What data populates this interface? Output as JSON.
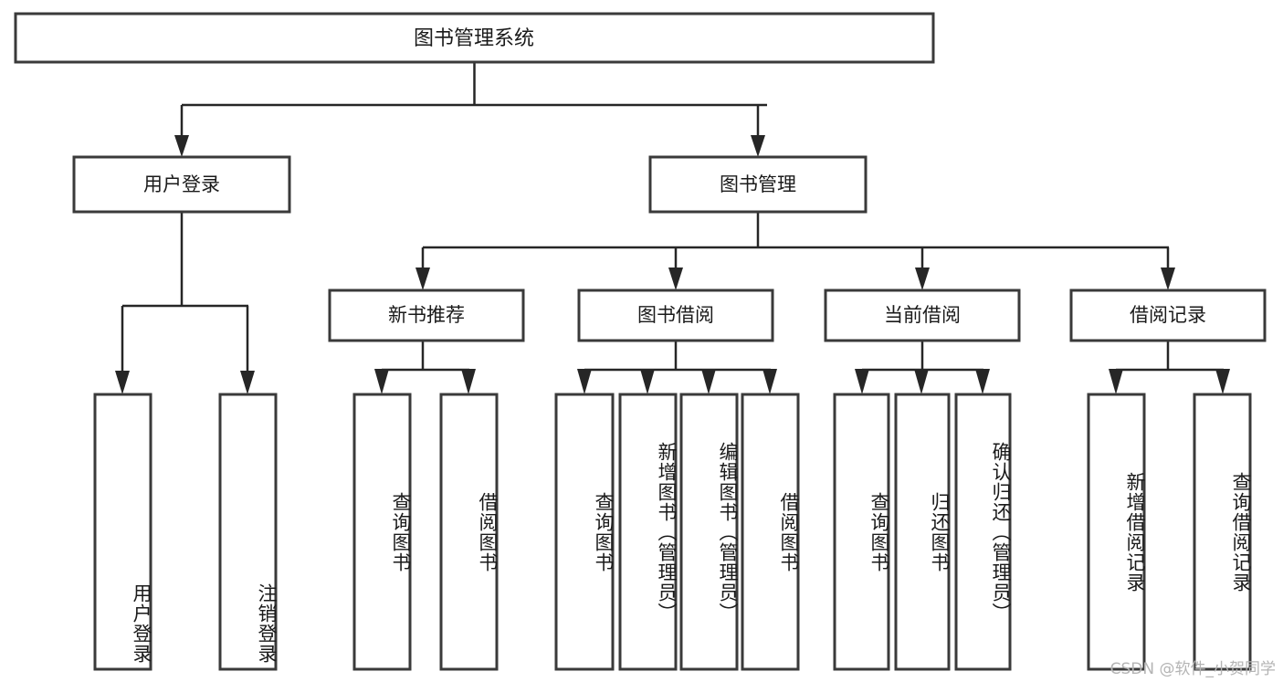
{
  "diagram": {
    "title": "图书管理系统",
    "type": "tree",
    "root": {
      "id": "root",
      "label": "图书管理系统",
      "orientation": "horizontal"
    },
    "level2": [
      {
        "id": "user-login",
        "label": "用户登录",
        "orientation": "horizontal"
      },
      {
        "id": "book-management",
        "label": "图书管理",
        "orientation": "horizontal"
      }
    ],
    "level3": [
      {
        "id": "new-book-recommend",
        "label": "新书推荐",
        "orientation": "horizontal"
      },
      {
        "id": "book-borrow",
        "label": "图书借阅",
        "orientation": "horizontal"
      },
      {
        "id": "current-borrow",
        "label": "当前借阅",
        "orientation": "horizontal"
      },
      {
        "id": "borrow-record",
        "label": "借阅记录",
        "orientation": "horizontal"
      }
    ],
    "leaves": {
      "user_login": [
        {
          "id": "leaf-user-login",
          "label": "用户登录",
          "align": "end"
        },
        {
          "id": "leaf-user-logout",
          "label": "注销登录",
          "align": "end"
        }
      ],
      "new_book_recommend": [
        {
          "id": "leaf-query-book-1",
          "label": "查询图书",
          "align": "center"
        },
        {
          "id": "leaf-borrow-book-1",
          "label": "借阅图书",
          "align": "center"
        }
      ],
      "book_borrow": [
        {
          "id": "leaf-query-book-2",
          "label": "查询图书",
          "align": "center"
        },
        {
          "id": "leaf-add-book",
          "label": "新增图书（管理员）",
          "align": "start"
        },
        {
          "id": "leaf-edit-book",
          "label": "编辑图书（管理员）",
          "align": "start"
        },
        {
          "id": "leaf-borrow-book-2",
          "label": "借阅图书",
          "align": "center"
        }
      ],
      "current_borrow": [
        {
          "id": "leaf-query-book-3",
          "label": "查询图书",
          "align": "center"
        },
        {
          "id": "leaf-return-book",
          "label": "归还图书",
          "align": "center"
        },
        {
          "id": "leaf-confirm-return",
          "label": "确认归还（管理员）",
          "align": "start"
        }
      ],
      "borrow_record": [
        {
          "id": "leaf-add-borrow-record",
          "label": "新增借阅记录",
          "align": "center"
        },
        {
          "id": "leaf-query-borrow-record",
          "label": "查询借阅记录",
          "align": "center"
        }
      ]
    },
    "colors": {
      "box_border": "#3a3a3a",
      "connector": "#262626",
      "text": "#1a1a1a",
      "background": "#ffffff",
      "watermark": "#b4b4b4"
    }
  },
  "watermark": {
    "text": "CSDN @软件_小贺同学"
  }
}
